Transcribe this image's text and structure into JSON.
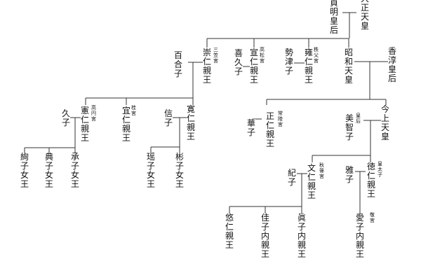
{
  "family_tree": {
    "persons": {
      "taisho": "大正天皇",
      "teimei": "貞明皇后",
      "showa": "昭和天皇",
      "kojun": "香淳皇后",
      "chichibu": "雍仁親王",
      "chichibu_title": "秩父宮",
      "setsuko": "勢津子",
      "takamatsu": "宣仁親王",
      "takamatsu_title": "高松宮",
      "kikuko": "喜久子",
      "mikasa": "崇仁親王",
      "mikasa_title": "三笠宮",
      "yuriko": "百合子",
      "tomohito": "寛仁親王",
      "nobuko": "信子",
      "yoshihito": "宜仁親王",
      "yoshihito_title": "桂宮",
      "norihito": "憲仁親王",
      "norihito_title": "高円宮",
      "hisako": "久子",
      "akiko": "彬子女王",
      "yoko": "瑶子女王",
      "tsuguko": "承子女王",
      "noriko": "典子女王",
      "ayako": "絢子女王",
      "akihito": "今上天皇",
      "michiko": "美智子",
      "michiko_title": "皇后",
      "masahito": "正仁親王",
      "masahito_title": "常陸宮",
      "hanako": "華子",
      "naruhito": "徳仁親王",
      "naruhito_title": "皇太子",
      "masako": "雅子",
      "fumihito": "文仁親王",
      "fumihito_title": "秋篠宮",
      "kiko": "紀子",
      "aiko": "愛子内親王",
      "aiko_title": "敬宮",
      "mako": "眞子内親王",
      "kako": "佳子内親王",
      "hisahito": "悠仁親王"
    }
  }
}
